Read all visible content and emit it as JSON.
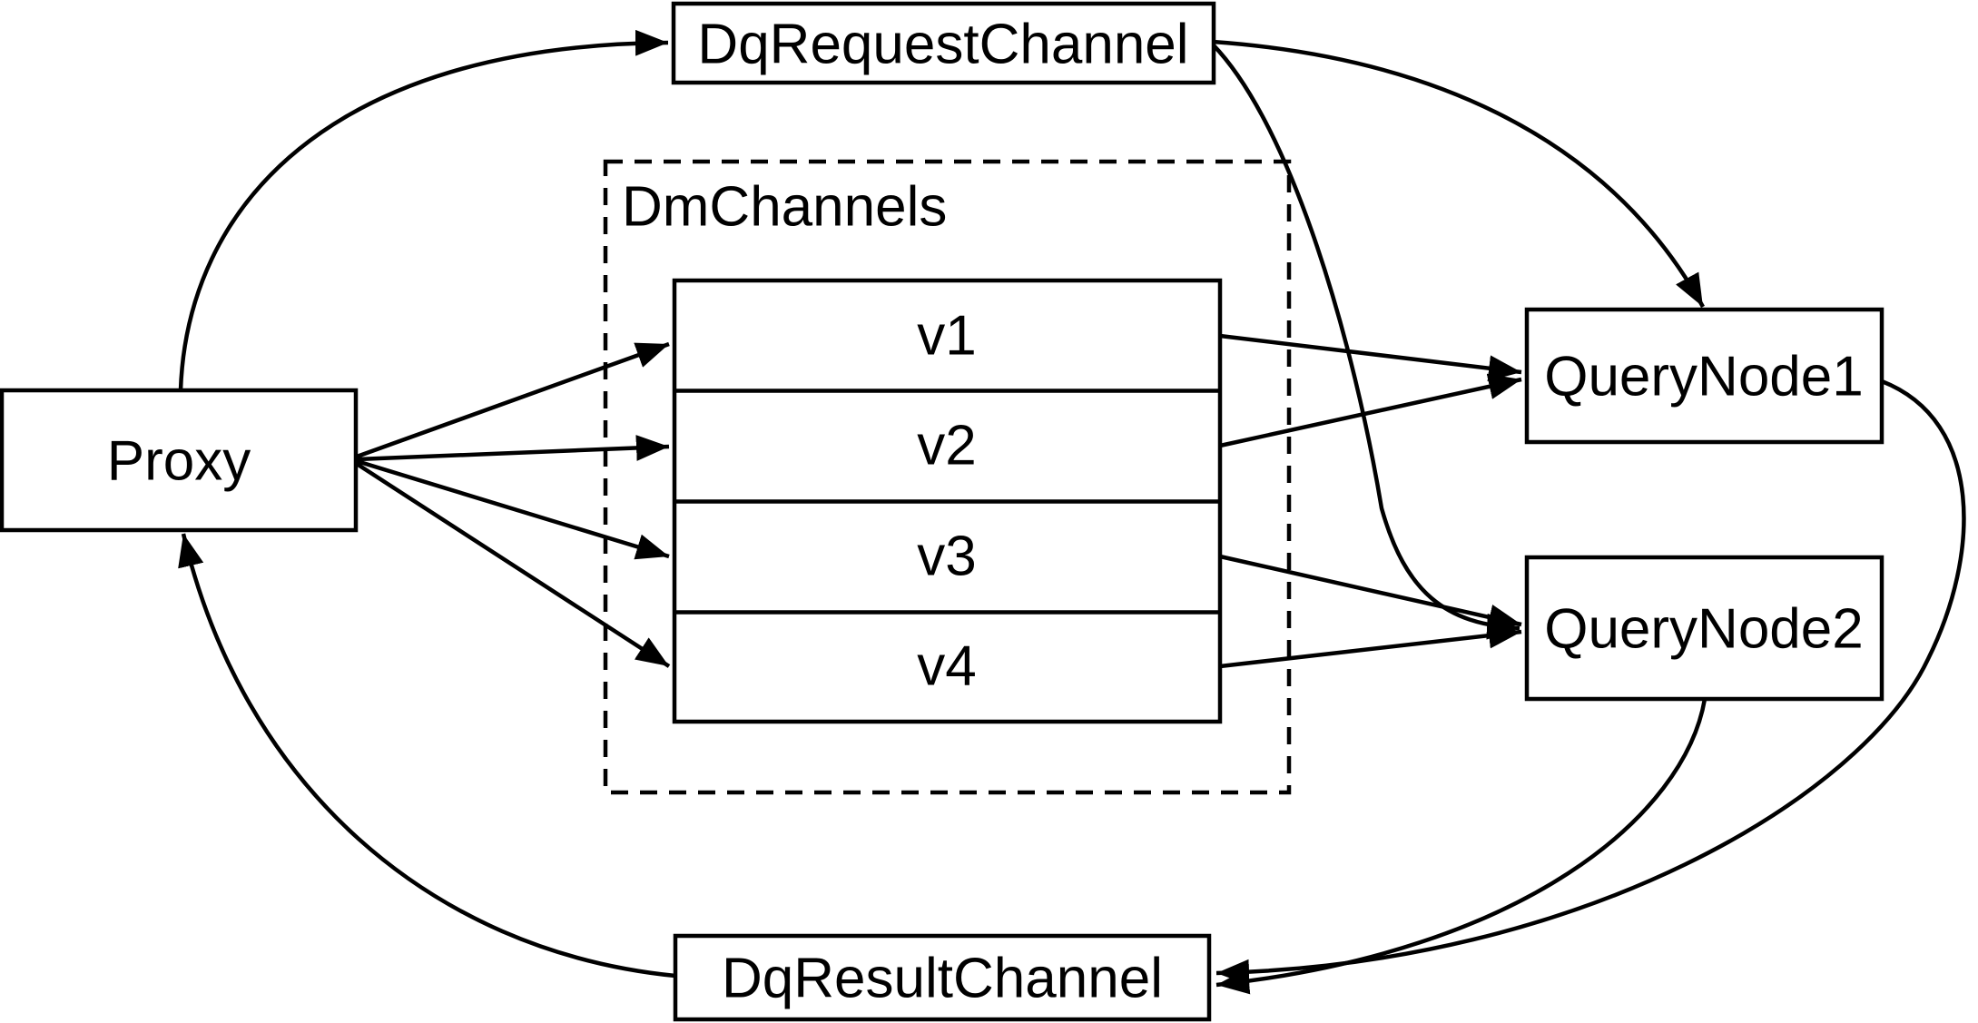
{
  "diagram": {
    "background_color": "#ffffff",
    "stroke_color": "#000000",
    "nodes": {
      "proxy": {
        "label": "Proxy"
      },
      "dq_request_channel": {
        "label": "DqRequestChannel"
      },
      "dm_channels_group": {
        "label": "DmChannels"
      },
      "channels": [
        "v1",
        "v2",
        "v3",
        "v4"
      ],
      "query_node_1": {
        "label": "QueryNode1"
      },
      "query_node_2": {
        "label": "QueryNode2"
      },
      "dq_result_channel": {
        "label": "DqResultChannel"
      }
    },
    "edges": [
      {
        "from": "Proxy",
        "to": "DqRequestChannel"
      },
      {
        "from": "Proxy",
        "to": "v1"
      },
      {
        "from": "Proxy",
        "to": "v2"
      },
      {
        "from": "Proxy",
        "to": "v3"
      },
      {
        "from": "Proxy",
        "to": "v4"
      },
      {
        "from": "v1",
        "to": "QueryNode1"
      },
      {
        "from": "v2",
        "to": "QueryNode1"
      },
      {
        "from": "v3",
        "to": "QueryNode2"
      },
      {
        "from": "v4",
        "to": "QueryNode2"
      },
      {
        "from": "DqRequestChannel",
        "to": "QueryNode1"
      },
      {
        "from": "DqRequestChannel",
        "to": "QueryNode2"
      },
      {
        "from": "QueryNode1",
        "to": "DqResultChannel"
      },
      {
        "from": "QueryNode2",
        "to": "DqResultChannel"
      },
      {
        "from": "DqResultChannel",
        "to": "Proxy"
      }
    ]
  }
}
